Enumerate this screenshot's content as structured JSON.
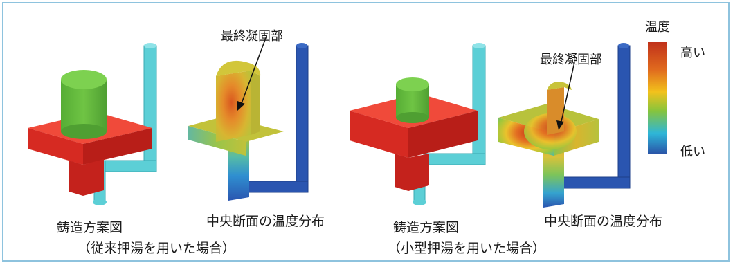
{
  "left": {
    "plan_caption": "鋳造方案図",
    "section_caption": "中央断面の温度分布",
    "condition": "（従来押湯を用いた場合）",
    "annotation": "最終凝固部"
  },
  "right": {
    "plan_caption": "鋳造方案図",
    "section_caption": "中央断面の温度分布",
    "condition": "（小型押湯を用いた場合）",
    "annotation": "最終凝固部"
  },
  "legend": {
    "title": "温度",
    "high": "高い",
    "low": "低い",
    "colors": [
      "#c0301a",
      "#e06a1e",
      "#f2c21c",
      "#86c43c",
      "#2eb6d8",
      "#2a55a8"
    ]
  },
  "colors": {
    "mold_red": "#e8312b",
    "riser_green": "#6cc043",
    "runner_cyan": "#5ccfd6",
    "runner_blue": "#2a55b0",
    "frame_border": "#8ec3de"
  }
}
